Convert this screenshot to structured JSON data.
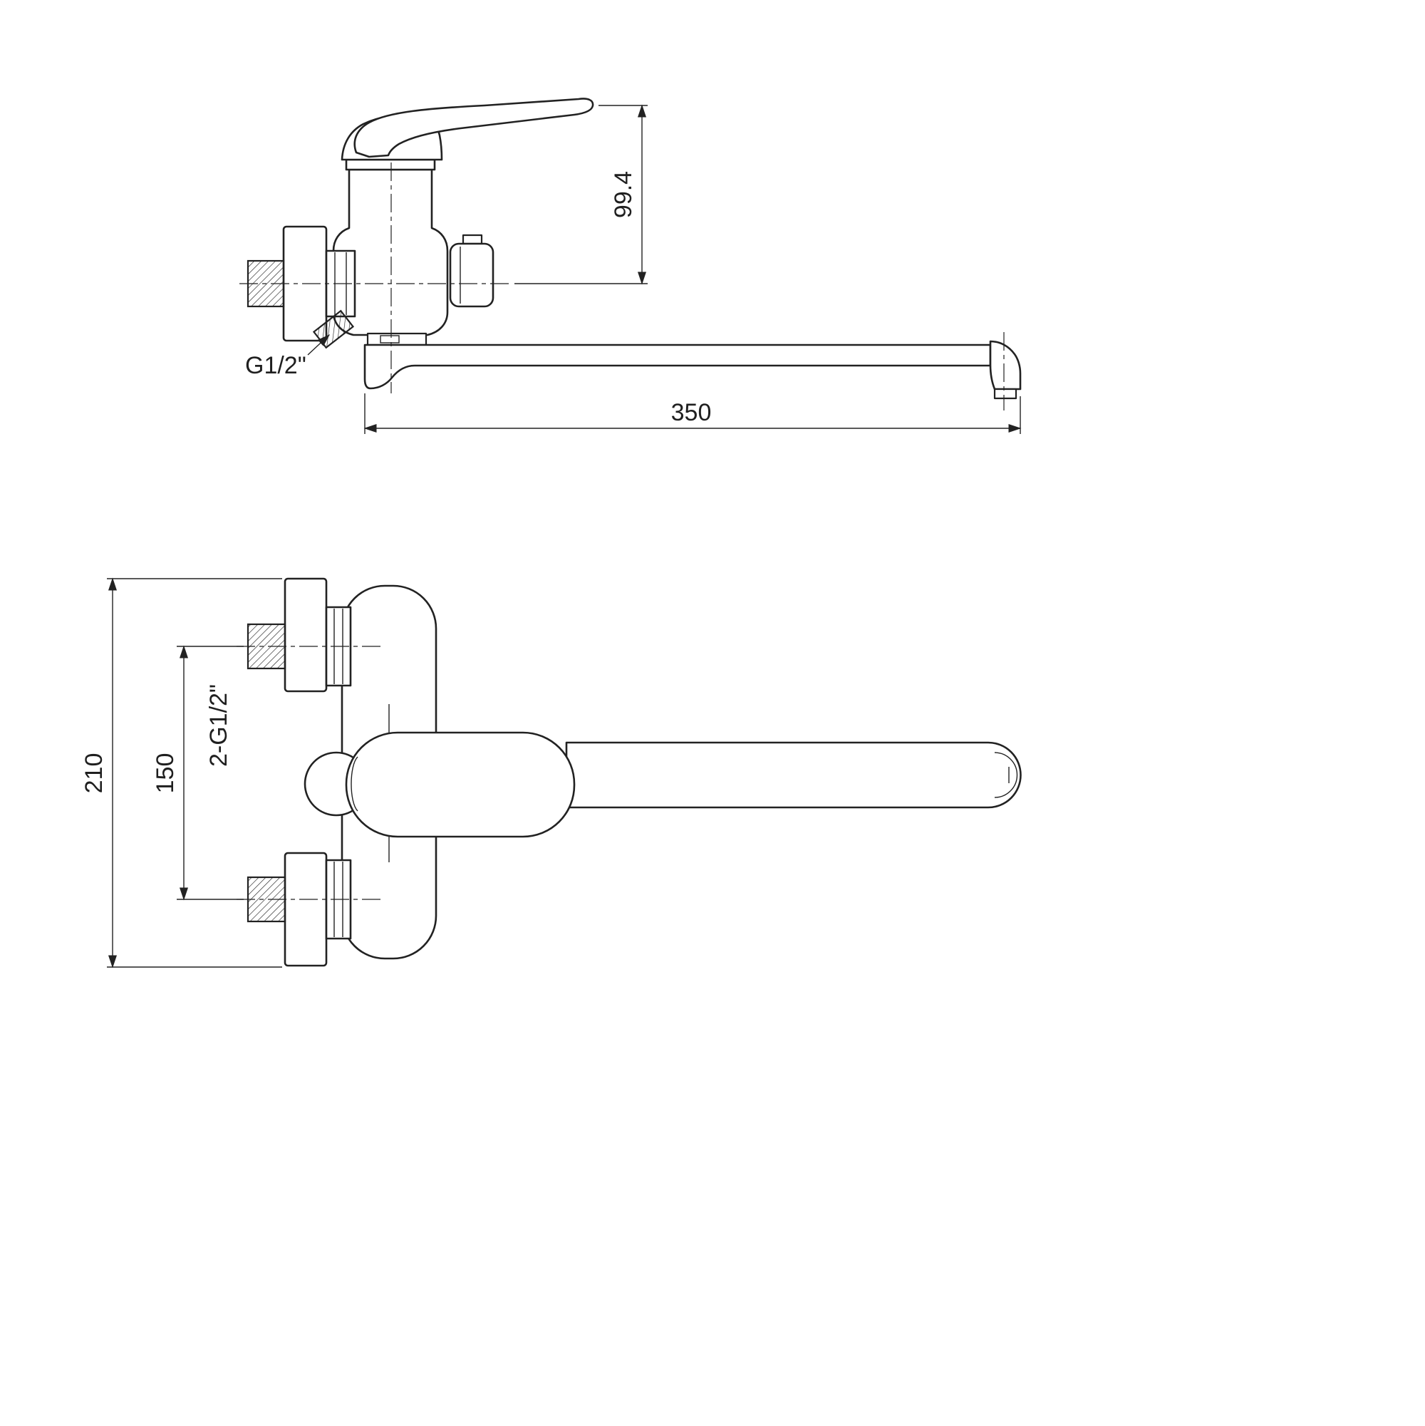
{
  "drawing": {
    "colors": {
      "line": "#222222",
      "background": "#ffffff"
    },
    "side_view": {
      "dim_height": "99.4",
      "dim_length": "350",
      "thread_label": "G1/2\""
    },
    "front_view": {
      "dim_height": "210",
      "dim_spacing": "150",
      "thread_label": "2-G1/2\""
    }
  }
}
